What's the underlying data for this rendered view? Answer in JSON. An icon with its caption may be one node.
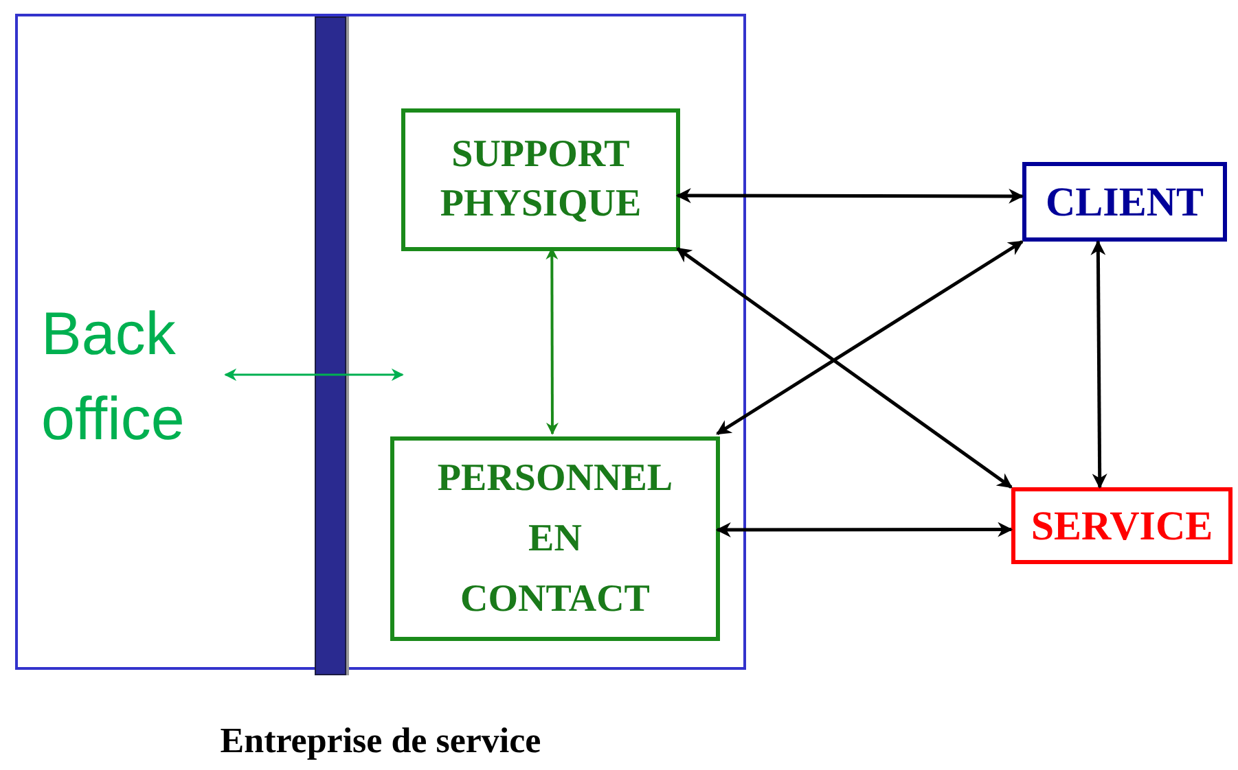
{
  "diagram": {
    "nodes": [
      {
        "text": [],
        "shape": "box",
        "beside": [
          "Entreprise de service"
        ]
      },
      {
        "text": [
          "Back office"
        ],
        "in": 0
      },
      {
        "text": [
          "SUPPORT PHYSIQUE"
        ],
        "in": 0
      },
      {
        "text": [
          "PERSONNEL EN CONTACT"
        ],
        "in": 0
      },
      {
        "text": [
          "CLIENT"
        ]
      },
      {
        "text": [
          "SERVICE"
        ]
      },
      {
        "text": [],
        "shape": "bar",
        "in": 0
      }
    ],
    "edges": [
      {
        "from": 2,
        "to": 4,
        "arrow": "both"
      },
      {
        "from": 2,
        "to": 3,
        "arrow": "both",
        "color": "#1a8a1a"
      },
      {
        "from": 2,
        "to": 5,
        "arrow": "both"
      },
      {
        "from": 3,
        "to": 4,
        "arrow": "both"
      },
      {
        "from": 3,
        "to": 5,
        "arrow": "both"
      },
      {
        "from": 4,
        "to": 5,
        "arrow": "both"
      },
      {
        "from": 1,
        "to": null,
        "arrow": "both",
        "color": "#00b050"
      }
    ]
  }
}
